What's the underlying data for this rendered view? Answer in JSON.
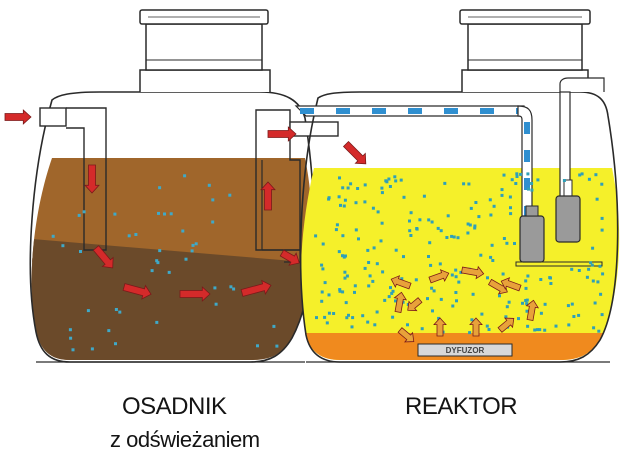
{
  "labels": {
    "left_tank": "OSADNIK",
    "left_tank_sub": "z odświeżaniem",
    "right_tank": "REAKTOR",
    "diffuser": "DYFUZOR"
  },
  "colors": {
    "outline": "#2a2a2a",
    "sludge_light": "#a0662b",
    "sludge_dark": "#6b4a2a",
    "reactor_liquid": "#f5f02a",
    "bottom_layer": "#f08a1e",
    "bubble": "#3fa9c8",
    "pipe_blue": "#2f8fd0",
    "flow_arrow": "#d42a2a",
    "aeration_arrow": "#e8a23a",
    "pump_grey": "#9a9a9a"
  }
}
